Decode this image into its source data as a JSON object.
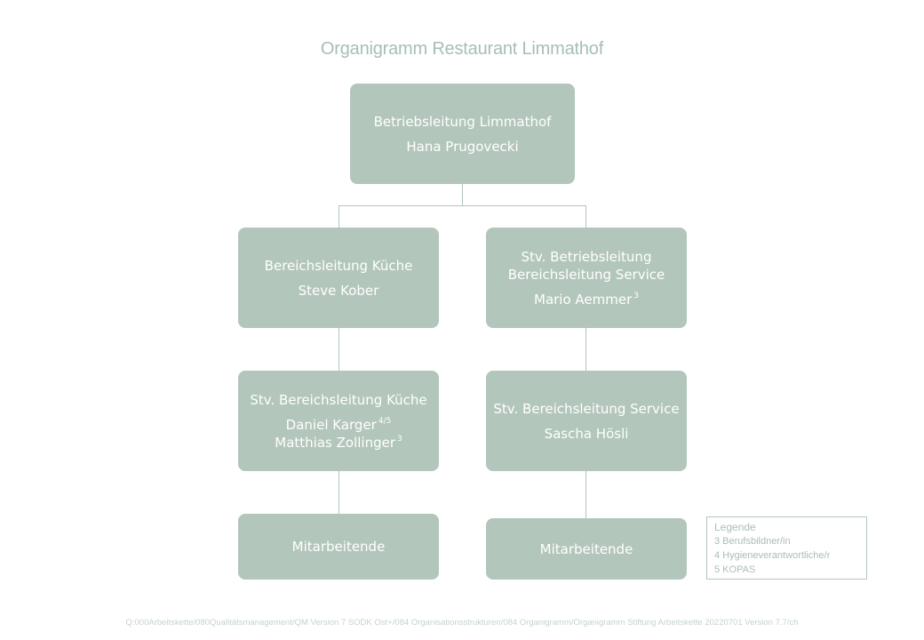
{
  "title": "Organigramm Restaurant Limmathof",
  "nodes": {
    "top": {
      "role": "Betriebsleitung Limmathof",
      "name": "Hana Prugovecki"
    },
    "kitchen": {
      "role": "Bereichsleitung Küche",
      "name": "Steve Kober"
    },
    "service": {
      "role_line1": "Stv. Betriebsleitung",
      "role_line2": "Bereichsleitung Service",
      "name": "Mario Aemmer",
      "sup": "3"
    },
    "kitchen_deputy": {
      "role": "Stv. Bereichsleitung Küche",
      "name1": "Daniel Karger",
      "sup1": "4/5",
      "name2": "Matthias Zollinger",
      "sup2": "3"
    },
    "service_deputy": {
      "role": "Stv. Bereichsleitung Service",
      "name": "Sascha Hösli"
    },
    "kitchen_staff": {
      "label": "Mitarbeitende"
    },
    "service_staff": {
      "label": "Mitarbeitende"
    }
  },
  "legend": {
    "title": "Legende",
    "items": [
      "3 Berufsbildner/in",
      "4 Hygieneverantwortliche/r",
      "5 KOPAS"
    ]
  },
  "footer": "Q:000Arbeitskette/080Qualitätsmanagement/QM Version 7 SODK Ost+/084 Organisationsstrukturen/084 Organigramm/Organigramm Stiftung Arbeitskette 20220701 Version 7.7/ch",
  "colors": {
    "box": "#b3c6bb",
    "line": "#b3c6bb",
    "title": "#a6bfb2"
  }
}
